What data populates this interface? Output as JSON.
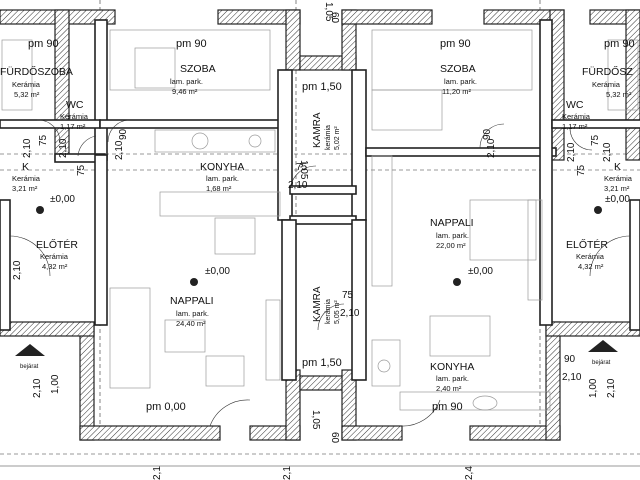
{
  "rooms": {
    "furdoszoba_l": {
      "name": "FÜRDŐSZOBA",
      "finish": "Kerámia",
      "area": "5,32 m²"
    },
    "wc_l": {
      "name": "WC",
      "finish": "Kerámia",
      "area": "1,17 m²"
    },
    "k_l": {
      "name": "K",
      "finish": "Kerámia",
      "area": "3,21 m²"
    },
    "eloter_l": {
      "name": "ELŐTÉR",
      "finish": "Kerámia",
      "area": "4,32 m²"
    },
    "szoba_l": {
      "name": "SZOBA",
      "finish": "lam. park.",
      "area": "9,46 m²"
    },
    "konyha_l": {
      "name": "KONYHA",
      "finish": "lam. park.",
      "area": "1,68 m²"
    },
    "nappali_l": {
      "name": "NAPPALI",
      "finish": "lam. park.",
      "area": "24,40 m²"
    },
    "kamra_top": {
      "name": "KAMRA",
      "finish": "kerámia",
      "area": "5,02 m²"
    },
    "kamra_bot": {
      "name": "KAMRA",
      "finish": "kerámia",
      "area": "5,05 m²"
    },
    "szoba_r": {
      "name": "SZOBA",
      "finish": "lam. park.",
      "area": "11,20 m²"
    },
    "nappali_r": {
      "name": "NAPPALI",
      "finish": "lam. park.",
      "area": "22,00 m²"
    },
    "konyha_r": {
      "name": "KONYHA",
      "finish": "lam. park.",
      "area": "2,40 m²"
    },
    "furdoszoba_r": {
      "name": "FÜRDŐSZ",
      "finish": "Kerámia",
      "area": "5,32 m²"
    },
    "wc_r": {
      "name": "WC",
      "finish": "Kerámia",
      "area": "1,17 m²"
    },
    "k_r": {
      "name": "K",
      "finish": "Kerámia",
      "area": "3,21 m²"
    },
    "eloter_r": {
      "name": "ELŐTÉR",
      "finish": "Kerámia",
      "area": "4,32 m²"
    }
  },
  "levels": {
    "pm90": "pm 90",
    "pm150": "pm 1,50",
    "pm000": "pm 0,00",
    "zero": "±0,00"
  },
  "dims": {
    "d105": "1,05",
    "d60": "60",
    "d90": "90",
    "d75": "75",
    "d210": "2,10",
    "d100": "1,00",
    "d21": "2,1",
    "d24": "2,4"
  },
  "labels": {
    "entrance": "bejárat"
  },
  "colors": {
    "line": "#222222",
    "furniture": "#9a9a9a"
  }
}
